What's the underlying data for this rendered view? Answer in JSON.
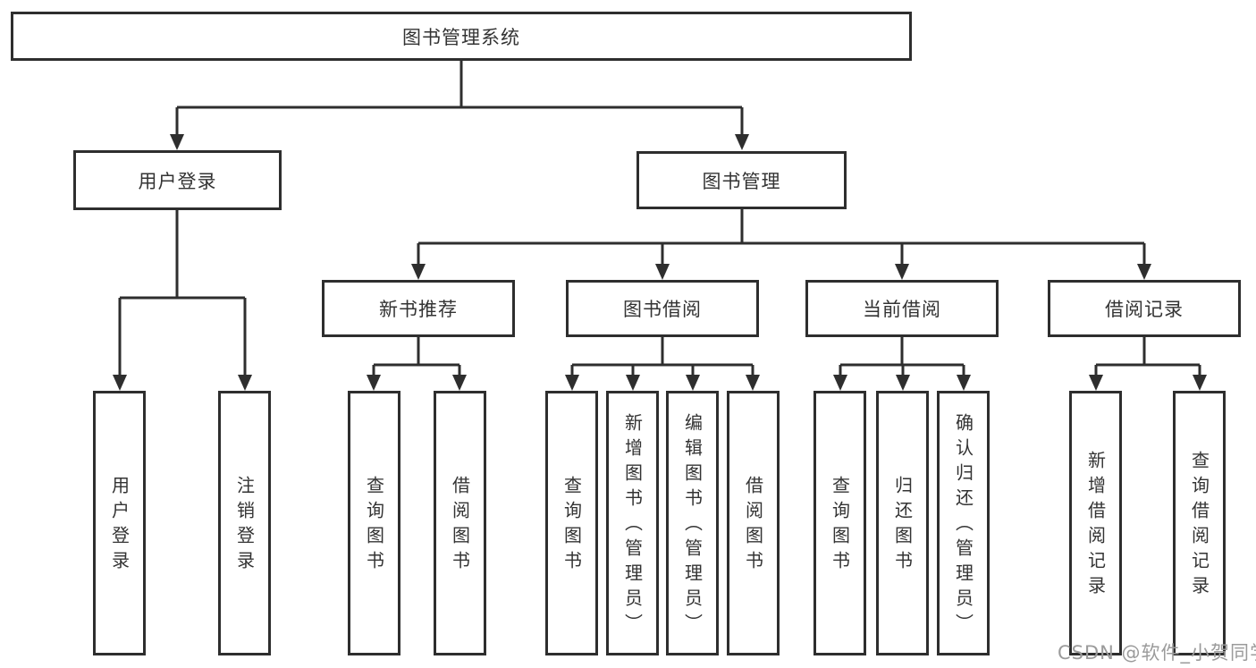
{
  "diagram": {
    "root": "图书管理系统",
    "branches": {
      "user": {
        "label": "用户登录",
        "children": [
          "用户登录",
          "注销登录"
        ]
      },
      "book": {
        "label": "图书管理",
        "sections": [
          {
            "label": "新书推荐",
            "children": [
              "查询图书",
              "借阅图书"
            ]
          },
          {
            "label": "图书借阅",
            "children": [
              "查询图书",
              "新增图书（管理员）",
              "编辑图书（管理员）",
              "借阅图书"
            ]
          },
          {
            "label": "当前借阅",
            "children": [
              "查询图书",
              "归还图书",
              "确认归还（管理员）"
            ]
          },
          {
            "label": "借阅记录",
            "children": [
              "新增借阅记录",
              "查询借阅记录"
            ]
          }
        ]
      }
    }
  },
  "watermark": {
    "prefix": "CSDN @软件_小贺同",
    "suffix": "学",
    "text_color": "#9b9b9b",
    "accent_color": "#e84a3e"
  },
  "colors": {
    "line": "#2e2e2e",
    "text": "#333333",
    "background": "#ffffff"
  }
}
